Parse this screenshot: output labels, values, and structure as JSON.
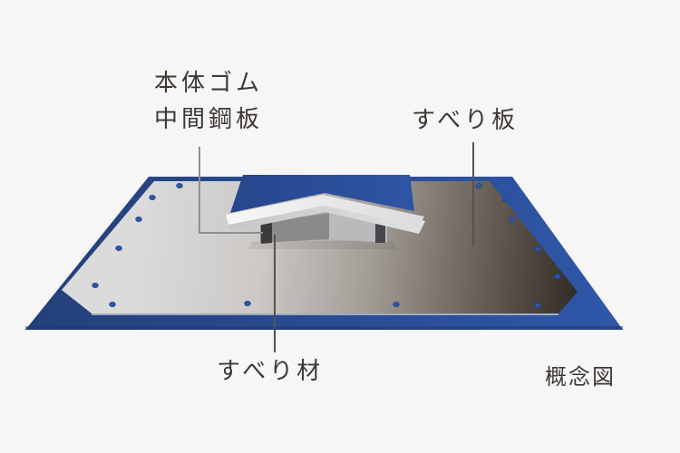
{
  "diagram": {
    "kind": "sliding-bearing-concept-diagram",
    "caption": "概念図",
    "labels": {
      "body_rubber": "本体ゴム",
      "intermediate_steel_plate": "中間鋼板",
      "sliding_plate": "すべり板",
      "sliding_material": "すべり材"
    },
    "bolt_hole_count": 14,
    "colors": {
      "background": "#f6f6f7",
      "base_blue_dark": "#24407a",
      "base_blue_light": "#2f57a9",
      "plate_light": "#dbdbdb",
      "plate_dark": "#302a24",
      "bolt_blue": "#2e55a6",
      "leader_gray": "#8f8f8f",
      "leader_dark": "#55524f",
      "text": "#3e3833"
    }
  }
}
